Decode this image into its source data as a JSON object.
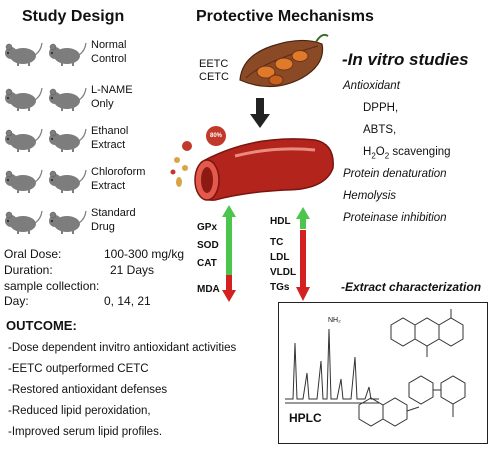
{
  "study_design": {
    "title": "Study Design",
    "groups": [
      {
        "line1": "Normal",
        "line2": "Control"
      },
      {
        "line1": "L-NAME",
        "line2": "Only"
      },
      {
        "line1": "Ethanol",
        "line2": "Extract"
      },
      {
        "line1": "Chloroform",
        "line2": "Extract"
      },
      {
        "line1": "Standard",
        "line2": "Drug"
      }
    ],
    "dose_label": "Oral Dose:",
    "dose_value": "100-300 mg/kg",
    "duration_label": "Duration:",
    "duration_value": "21 Days",
    "sample_label": "sample collection:",
    "day_label": "Day:",
    "day_value": "0, 14, 21"
  },
  "protective": {
    "title": "Protective Mechanisms",
    "extract_1": "EETC",
    "extract_2": "CETC",
    "badge": "80%",
    "up_antioxidants": [
      "GPx",
      "SOD",
      "CAT"
    ],
    "down_oxidative": "MDA",
    "up_lipid": "HDL",
    "down_lipids": [
      "TC",
      "LDL",
      "VLDL",
      "TGs"
    ]
  },
  "invitro": {
    "title": "-In vitro studies",
    "antioxidant": "Antioxidant",
    "assays": [
      "DPPH,",
      "ABTS,"
    ],
    "h2o2_base": "H",
    "h2o2_sub1": "2",
    "h2o2_mid": "O",
    "h2o2_sub2": "2",
    "h2o2_rest": " scavenging",
    "other": [
      "Protein denaturation",
      "Hemolysis",
      "Proteinase inhibition"
    ],
    "characterization": "-Extract characterization",
    "hplc": "HPLC",
    "peak_label": "NH₂"
  },
  "outcome": {
    "title": "OUTCOME:",
    "items": [
      "-Dose dependent invitro antioxidant activities",
      "-EETC outperformed CETC",
      "-Restored antioxidant defenses",
      "-Reduced lipid peroxidation,",
      "-Improved serum lipid profiles."
    ]
  },
  "colors": {
    "mouse": "#7d7d7d",
    "up_arrow": "#4cc54c",
    "down_arrow": "#d42020",
    "vessel": "#c0392b",
    "cocoa": "#8a4a26"
  }
}
